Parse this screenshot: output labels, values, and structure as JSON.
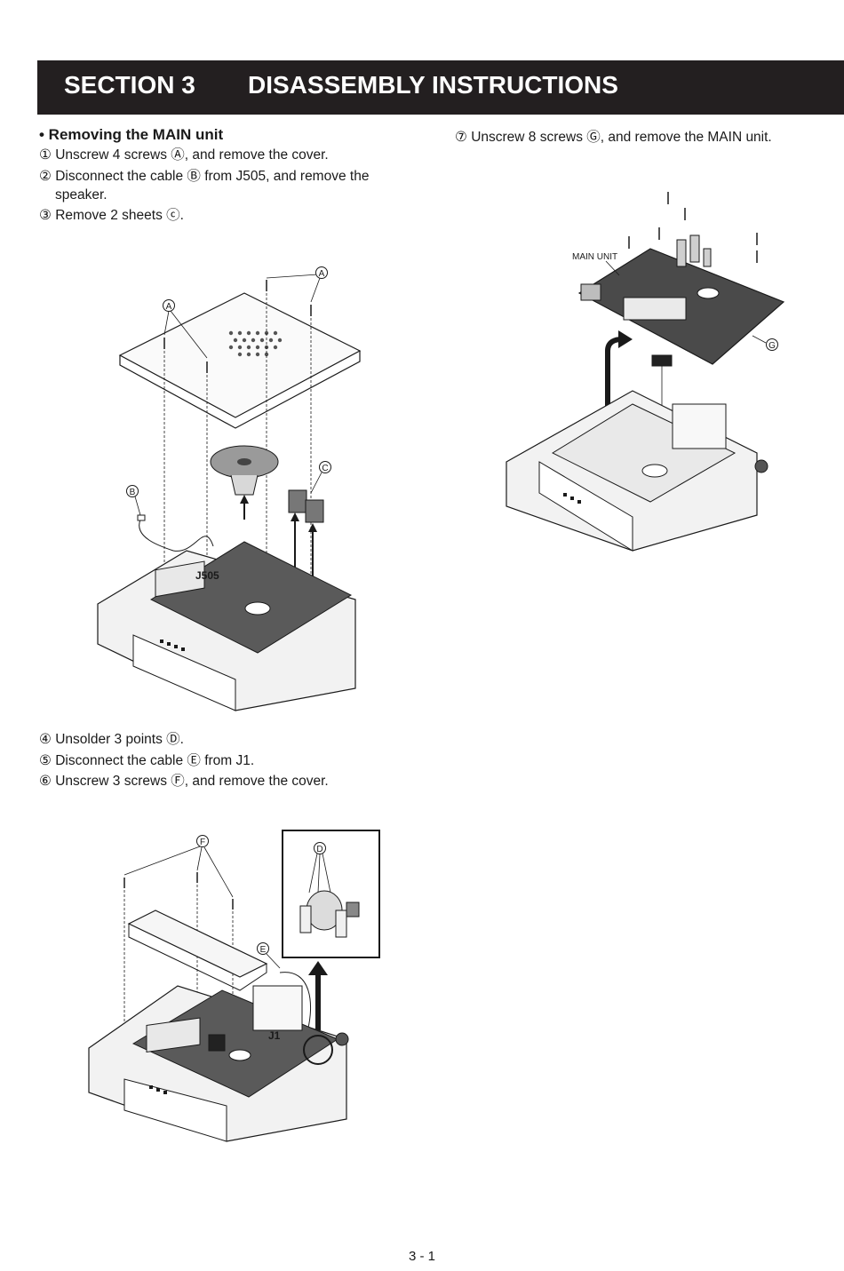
{
  "header": {
    "section": "SECTION 3",
    "title": "DISASSEMBLY INSTRUCTIONS"
  },
  "left_column": {
    "heading": "• Removing the MAIN unit",
    "steps_a": [
      "① Unscrew 4 screws Ⓐ, and remove the cover.",
      "② Disconnect the cable Ⓑ from J505, and remove the",
      "speaker.",
      "③ Remove 2 sheets ⓒ."
    ],
    "steps_b": [
      "④ Unsolder 3 points Ⓓ.",
      "⑤ Disconnect the cable Ⓔ from J1.",
      "⑥ Unscrew 3 screws Ⓕ, and remove the cover."
    ]
  },
  "right_column": {
    "step_7": "⑦ Unscrew 8 screws Ⓖ, and remove the MAIN unit."
  },
  "figure_labels": {
    "fig1": {
      "a_top": "A",
      "a_left": "A",
      "b": "B",
      "c": "C",
      "j505": "J505"
    },
    "fig2": {
      "main_unit": "MAIN UNIT",
      "g": "G"
    },
    "fig3": {
      "f": "F",
      "d": "D",
      "e": "E",
      "j1": "J1"
    }
  },
  "footer": {
    "page_number": "3 - 1"
  }
}
